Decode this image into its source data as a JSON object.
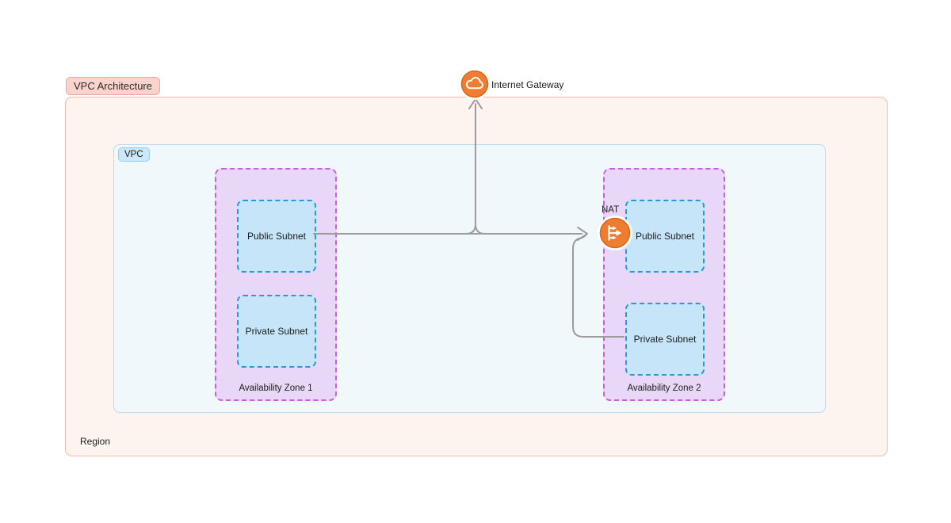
{
  "diagram": {
    "title": "VPC Architecture",
    "region": {
      "label": "Region"
    },
    "vpc": {
      "label": "VPC"
    },
    "internet_gateway": {
      "label": "Internet Gateway",
      "icon": "cloud-icon"
    },
    "nat_gateway": {
      "label": "NAT",
      "icon": "nat-arrows-icon"
    },
    "availability_zones": [
      {
        "label": "Availability Zone 1",
        "subnets": [
          "Public Subnet",
          "Private Subnet"
        ]
      },
      {
        "label": "Availability Zone 2",
        "subnets": [
          "Public Subnet",
          "Private Subnet"
        ]
      }
    ],
    "connections": [
      {
        "from": "public-subnet-az1",
        "to": "internet-gateway",
        "arrow": true
      },
      {
        "from": "public-subnet-az1",
        "to": "nat-gateway",
        "arrow": true
      },
      {
        "from": "private-subnet-az2",
        "to": "nat-gateway",
        "arrow": false
      }
    ],
    "colors": {
      "region_fill": "#fdf4f0",
      "region_border": "#f2bcac",
      "vpc_fill": "#f1f8fc",
      "vpc_border": "#bbdaeb",
      "az_fill": "#e9d7f8",
      "az_border": "#c362dc",
      "subnet_fill": "#c6e5f9",
      "subnet_border": "#2997da",
      "icon_orange": "#ee7c31",
      "icon_orange_border": "#d66a1f",
      "connector_gray": "#9c9c9c",
      "title_badge_fill": "#f9d3cc",
      "title_badge_border": "#efa897",
      "vpc_badge_fill": "#cce7f7",
      "vpc_badge_border": "#96caea"
    }
  }
}
